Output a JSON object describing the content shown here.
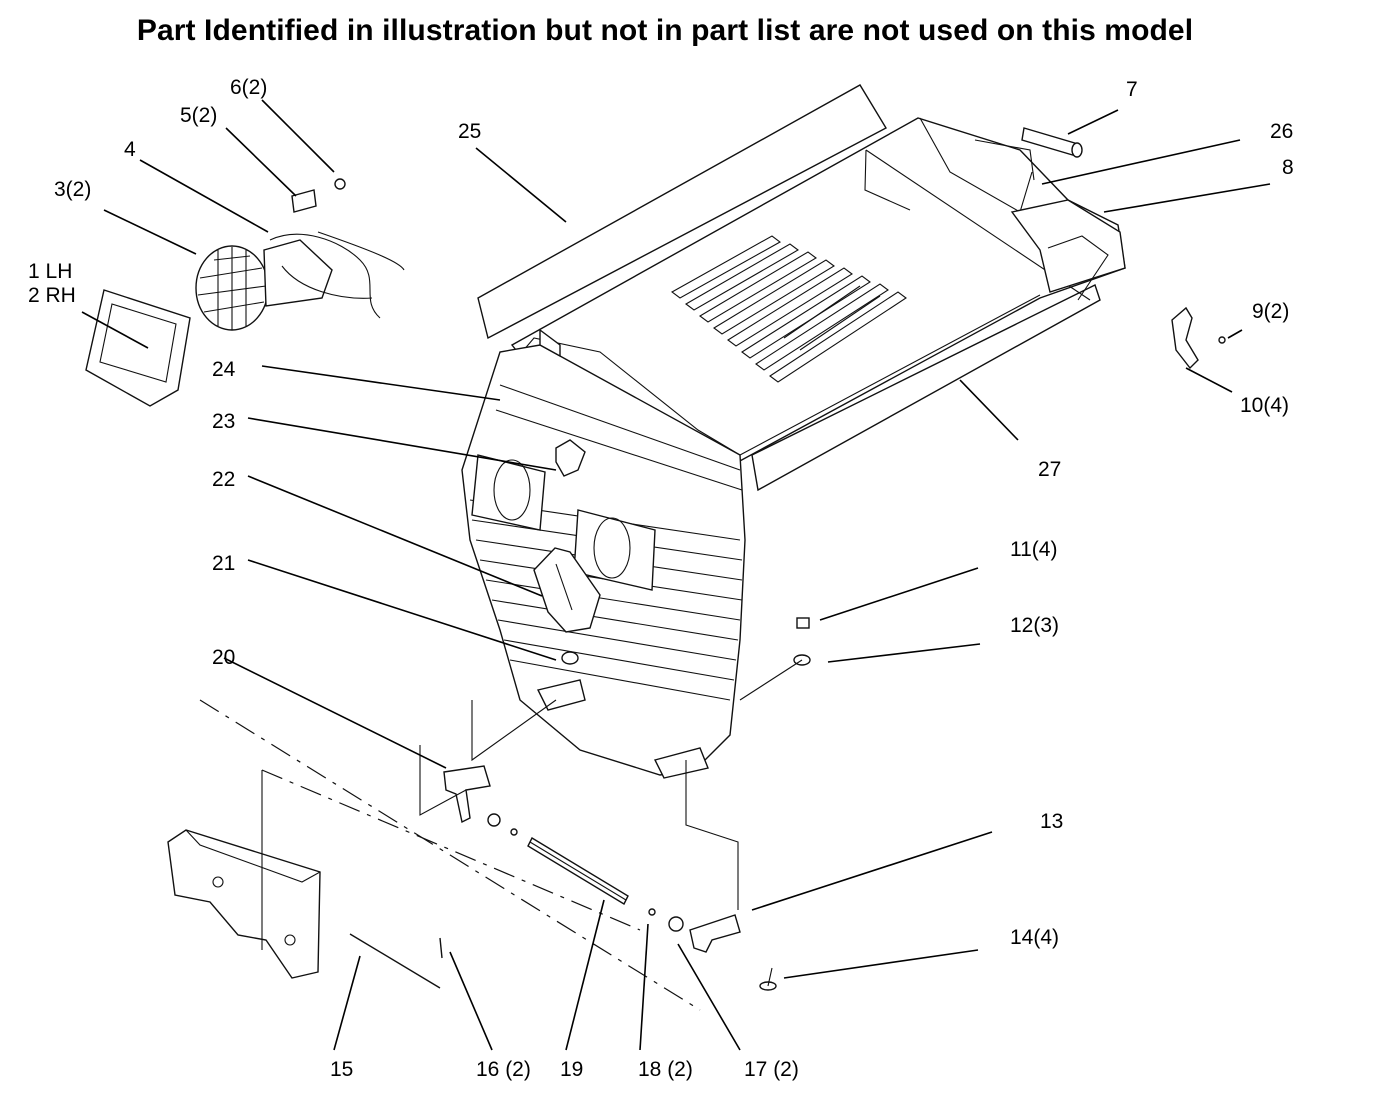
{
  "title": "Part Identified in illustration but not in part list are not used on this model",
  "callouts": [
    {
      "id": "c1",
      "text": "1 LH"
    },
    {
      "id": "c1b",
      "text": "2 RH"
    },
    {
      "id": "c3",
      "text": "3(2)"
    },
    {
      "id": "c4",
      "text": "4"
    },
    {
      "id": "c5",
      "text": "5(2)"
    },
    {
      "id": "c6",
      "text": "6(2)"
    },
    {
      "id": "c7",
      "text": "7"
    },
    {
      "id": "c8",
      "text": "8"
    },
    {
      "id": "c9",
      "text": "9(2)"
    },
    {
      "id": "c10",
      "text": "10(4)"
    },
    {
      "id": "c11",
      "text": "11(4)"
    },
    {
      "id": "c12",
      "text": "12(3)"
    },
    {
      "id": "c13",
      "text": "13"
    },
    {
      "id": "c14",
      "text": "14(4)"
    },
    {
      "id": "c15",
      "text": "15"
    },
    {
      "id": "c16",
      "text": "16 (2)"
    },
    {
      "id": "c17",
      "text": "17 (2)"
    },
    {
      "id": "c18",
      "text": "18 (2)"
    },
    {
      "id": "c19",
      "text": "19"
    },
    {
      "id": "c20",
      "text": "20"
    },
    {
      "id": "c21",
      "text": "21"
    },
    {
      "id": "c22",
      "text": "22"
    },
    {
      "id": "c23",
      "text": "23"
    },
    {
      "id": "c24",
      "text": "24"
    },
    {
      "id": "c25",
      "text": "25"
    },
    {
      "id": "c26",
      "text": "26"
    },
    {
      "id": "c27",
      "text": "27"
    }
  ]
}
